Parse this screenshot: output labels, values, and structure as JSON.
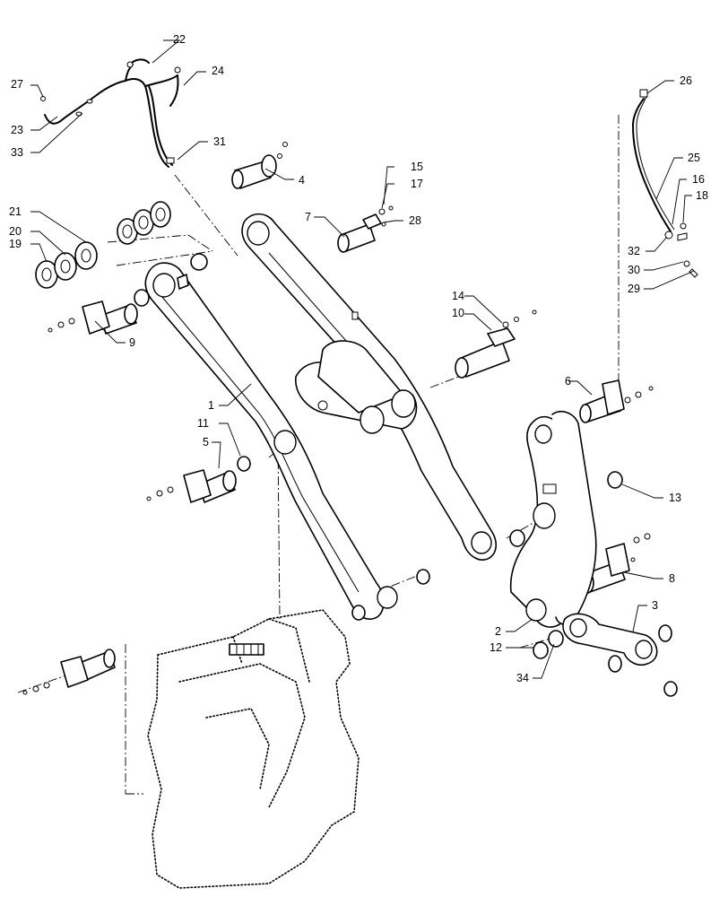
{
  "callouts": [
    {
      "id": "c22",
      "text": "22"
    },
    {
      "id": "c24",
      "text": "24"
    },
    {
      "id": "c27",
      "text": "27"
    },
    {
      "id": "c23",
      "text": "23"
    },
    {
      "id": "c33",
      "text": "33"
    },
    {
      "id": "c31",
      "text": "31"
    },
    {
      "id": "c4",
      "text": "4"
    },
    {
      "id": "c15",
      "text": "15"
    },
    {
      "id": "c17",
      "text": "17"
    },
    {
      "id": "c7",
      "text": "7"
    },
    {
      "id": "c28",
      "text": "28"
    },
    {
      "id": "c21",
      "text": "21"
    },
    {
      "id": "c20",
      "text": "20"
    },
    {
      "id": "c19",
      "text": "19"
    },
    {
      "id": "c9",
      "text": "9"
    },
    {
      "id": "c14",
      "text": "14"
    },
    {
      "id": "c10",
      "text": "10"
    },
    {
      "id": "c26",
      "text": "26"
    },
    {
      "id": "c25",
      "text": "25"
    },
    {
      "id": "c16",
      "text": "16"
    },
    {
      "id": "c18",
      "text": "18"
    },
    {
      "id": "c32",
      "text": "32"
    },
    {
      "id": "c30",
      "text": "30"
    },
    {
      "id": "c29",
      "text": "29"
    },
    {
      "id": "c6",
      "text": "6"
    },
    {
      "id": "c1",
      "text": "1"
    },
    {
      "id": "c11",
      "text": "11"
    },
    {
      "id": "c5",
      "text": "5"
    },
    {
      "id": "c13",
      "text": "13"
    },
    {
      "id": "c8",
      "text": "8"
    },
    {
      "id": "c3",
      "text": "3"
    },
    {
      "id": "c2",
      "text": "2"
    },
    {
      "id": "c12",
      "text": "12"
    },
    {
      "id": "c34",
      "text": "34"
    }
  ]
}
